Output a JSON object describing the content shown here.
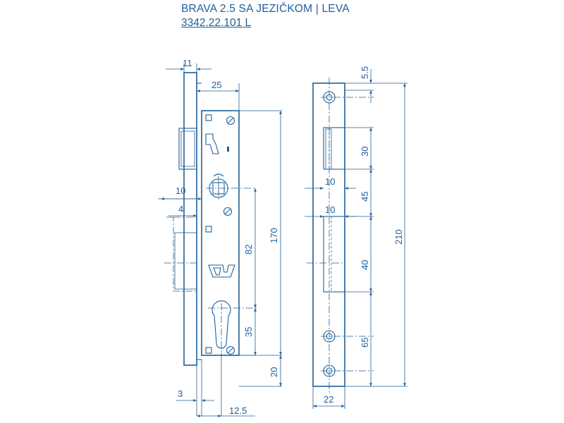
{
  "header": {
    "title": "BRAVA 2.5 SA JEZIČKOM | LEVA",
    "code": "3342.22.101 L"
  },
  "dimensions": {
    "d11": "11",
    "d25": "25",
    "d10a": "10",
    "d4": "4",
    "d170": "170",
    "d82": "82",
    "d35": "35",
    "d20": "20",
    "d3": "3",
    "d12_5": "12.5",
    "d5_5": "5.5",
    "d30": "30",
    "d10b": "10",
    "d45": "45",
    "d10c": "10",
    "d40": "40",
    "d65": "65",
    "d210": "210",
    "d22": "22"
  },
  "colors": {
    "line": "#1f5f99",
    "background": "#ffffff"
  }
}
